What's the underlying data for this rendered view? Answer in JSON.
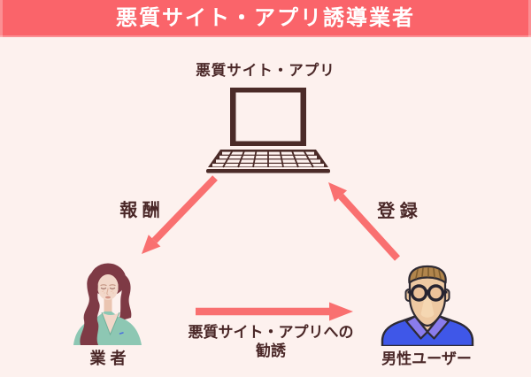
{
  "header": {
    "title": "悪質サイト・アプリ誘導業者"
  },
  "diagram": {
    "nodes": [
      {
        "id": "malicious-site",
        "label": "悪質サイト・アプリ",
        "icon": "laptop-icon"
      },
      {
        "id": "agent",
        "label": "業 者",
        "icon": "woman-avatar"
      },
      {
        "id": "male-user",
        "label": "男性ユーザー",
        "icon": "man-avatar"
      }
    ],
    "edges": [
      {
        "from": "malicious-site",
        "to": "agent",
        "label": "報 酬",
        "direction": "down-left"
      },
      {
        "from": "male-user",
        "to": "malicious-site",
        "label": "登 録",
        "direction": "up-left"
      },
      {
        "from": "agent",
        "to": "male-user",
        "label_line1": "悪質サイト・アプリへの",
        "label_line2": "勧誘",
        "direction": "right"
      }
    ]
  },
  "colors": {
    "banner_bg": "#fa646a",
    "banner_text": "#ffffff",
    "page_bg": "#fdf1ee",
    "ink": "#4a2727",
    "arrow": "#f97070",
    "laptop": "#4b2b28",
    "woman_hair": "#7e3a45",
    "woman_top": "#8dc7b3",
    "woman_skin": "#f2d7c9",
    "man_skin": "#eec9a2",
    "man_hair": "#b1854c",
    "man_shirt": "#3f57e8",
    "man_collar": "#8a7cec"
  }
}
